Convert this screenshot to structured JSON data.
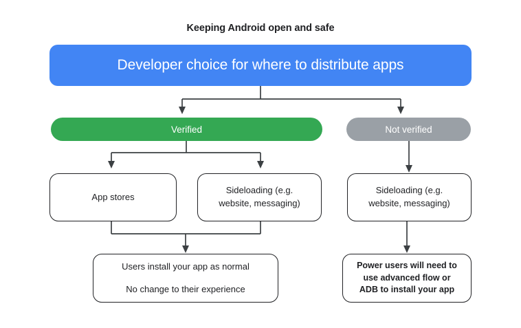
{
  "title": "Keeping Android open and safe",
  "colors": {
    "blue": "#4285F4",
    "green": "#34A853",
    "gray": "#9AA0A6",
    "stroke": "#3c4043",
    "text": "#202124",
    "background": "#ffffff"
  },
  "banner": {
    "label": "Developer choice for where to distribute apps"
  },
  "branches": {
    "verified": {
      "label": "Verified"
    },
    "not_verified": {
      "label": "Not verified"
    }
  },
  "boxes": {
    "app_stores": {
      "label": "App stores"
    },
    "sideloading_verified": {
      "line1": "Sideloading (e.g.",
      "line2": "website, messaging)"
    },
    "sideloading_not_verified": {
      "line1": "Sideloading (e.g.",
      "line2": "website, messaging)"
    },
    "users_outcome": {
      "line1": "Users install your app as normal",
      "line2": "No change to their experience"
    },
    "power_users_outcome": {
      "line1": "Power users will need to",
      "line2": "use advanced flow or",
      "line3": "ADB to install your app"
    }
  }
}
